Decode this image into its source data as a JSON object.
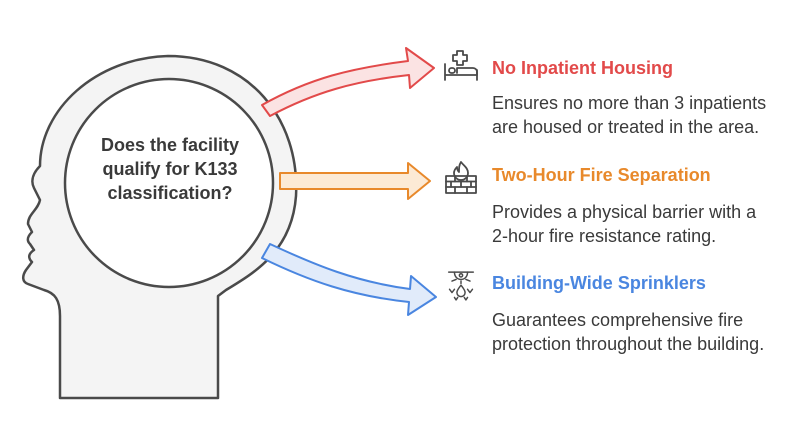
{
  "question": "Does the facility qualify for K133 classification?",
  "items": [
    {
      "title": "No Inpatient Housing",
      "description": "Ensures no more than 3 inpatients are housed or treated in the area.",
      "color": "#e24a4a",
      "icon": "hospital-bed-icon"
    },
    {
      "title": "Two-Hour Fire Separation",
      "description": "Provides a physical barrier with a 2-hour fire resistance rating.",
      "color": "#e8892b",
      "icon": "fire-wall-icon"
    },
    {
      "title": "Building-Wide Sprinklers",
      "description": "Guarantees comprehensive fire protection throughout the building.",
      "color": "#4a86e0",
      "icon": "sprinkler-icon"
    }
  ]
}
